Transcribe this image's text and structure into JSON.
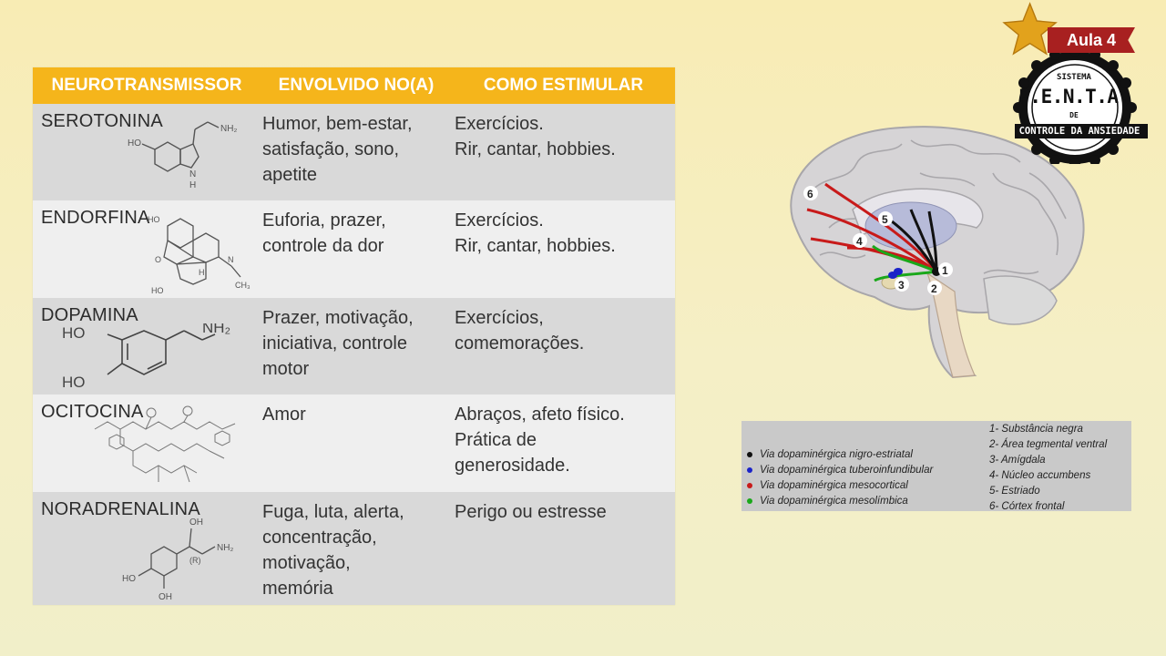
{
  "table": {
    "headers": [
      "NEUROTRANSMISSOR",
      "ENVOLVIDO NO(A)",
      "COMO ESTIMULAR"
    ],
    "rows": [
      {
        "name": "SEROTONINA",
        "involved": "Humor, bem-estar,\nsatisfação, sono,\napetite",
        "stimulate": "Exercícios.\nRir, cantar, hobbies.",
        "mol_labels": [
          "NH₂",
          "HO",
          "N",
          "H"
        ]
      },
      {
        "name": "ENDORFINA",
        "involved": "Euforia, prazer,\ncontrole da dor",
        "stimulate": "Exercícios.\nRir, cantar, hobbies.",
        "mol_labels": [
          "HO",
          "O",
          "H",
          "N",
          "CH₃",
          "HO"
        ]
      },
      {
        "name": "DOPAMINA",
        "involved": "Prazer, motivação,\niniciativa, controle\nmotor",
        "stimulate": "Exercícios,\ncomemorações.",
        "mol_labels": [
          "HO",
          "NH₂",
          "HO"
        ]
      },
      {
        "name": "OCITOCINA",
        "involved": "Amor",
        "stimulate": "Abraços, afeto físico.\nPrática de\ngenerosidade.",
        "mol_labels": []
      },
      {
        "name": "NORADRENALINA",
        "involved": "Fuga, luta, alerta,\nconcentração,\nmotivação,\nmemória",
        "stimulate": "Perigo ou estresse",
        "mol_labels": [
          "OH",
          "NH₂",
          "(R)",
          "HO",
          "OH"
        ]
      }
    ]
  },
  "brain": {
    "labels": [
      "1",
      "2",
      "3",
      "4",
      "5",
      "6"
    ]
  },
  "legend": {
    "pathways": [
      {
        "label": "Via dopaminérgica nigro-estriatal",
        "color": "#111111"
      },
      {
        "label": "Via dopaminérgica tuberoinfundibular",
        "color": "#1a22c8"
      },
      {
        "label": "Via dopaminérgica mesocortical",
        "color": "#c81a1a"
      },
      {
        "label": "Via dopaminérgica mesolímbica",
        "color": "#1aa81a"
      }
    ],
    "regions": [
      "1- Substância negra",
      "2- Área tegmental ventral",
      "3- Amígdala",
      "4- Núcleo accumbens",
      "5- Estriado",
      "6- Córtex frontal"
    ]
  },
  "badge": {
    "aula": "Aula 4",
    "sistema": "SISTEMA",
    "penta": "P.E.N.T.A.",
    "de": "DE",
    "controle": "CONTROLE DA ANSIEDADE"
  },
  "colors": {
    "header": "#f5b51b",
    "row_dark": "#d9d9d9",
    "row_light": "#efefef",
    "aula_ribbon": "#a82020"
  }
}
